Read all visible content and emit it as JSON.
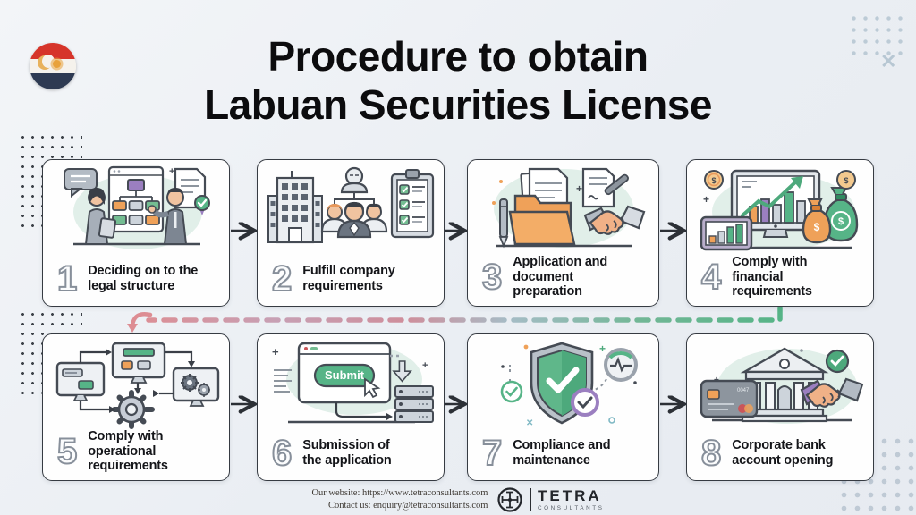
{
  "header": {
    "title_line1": "Procedure to obtain",
    "title_line2": "Labuan Securities License",
    "flag_icon": "labuan-flag-icon"
  },
  "decor": {
    "x_mark": "✕"
  },
  "steps": [
    {
      "number": "1",
      "label": "Deciding on to the\nlegal structure",
      "icon": "legal-structure-illustration"
    },
    {
      "number": "2",
      "label": "Fulfill company\nrequirements",
      "icon": "company-requirements-illustration"
    },
    {
      "number": "3",
      "label": "Application and\ndocument preparation",
      "icon": "document-preparation-illustration"
    },
    {
      "number": "4",
      "label": "Comply with financial\nrequirements",
      "icon": "financial-requirements-illustration"
    },
    {
      "number": "5",
      "label": "Comply with\noperational\nrequirements",
      "icon": "operational-requirements-illustration"
    },
    {
      "number": "6",
      "label": "Submission of\nthe application",
      "icon": "application-submission-illustration",
      "button_label": "Submit"
    },
    {
      "number": "7",
      "label": "Compliance and\nmaintenance",
      "icon": "compliance-shield-illustration"
    },
    {
      "number": "8",
      "label": "Corporate bank\naccount opening",
      "icon": "bank-account-illustration"
    }
  ],
  "footer": {
    "website": "Our website: https://www.tetraconsultants.com",
    "contact": "Contact us: enquiry@tetraconsultants.com",
    "brand_name": "TETRA",
    "brand_subtitle": "CONSULTANTS",
    "brand_icon": "tetra-compass-logo-icon"
  },
  "colors": {
    "green": "#56b487",
    "orange": "#efa159",
    "purple": "#9b7fc0",
    "pink": "#dd8d93",
    "outline": "#454b54",
    "card_border": "#363b42"
  }
}
